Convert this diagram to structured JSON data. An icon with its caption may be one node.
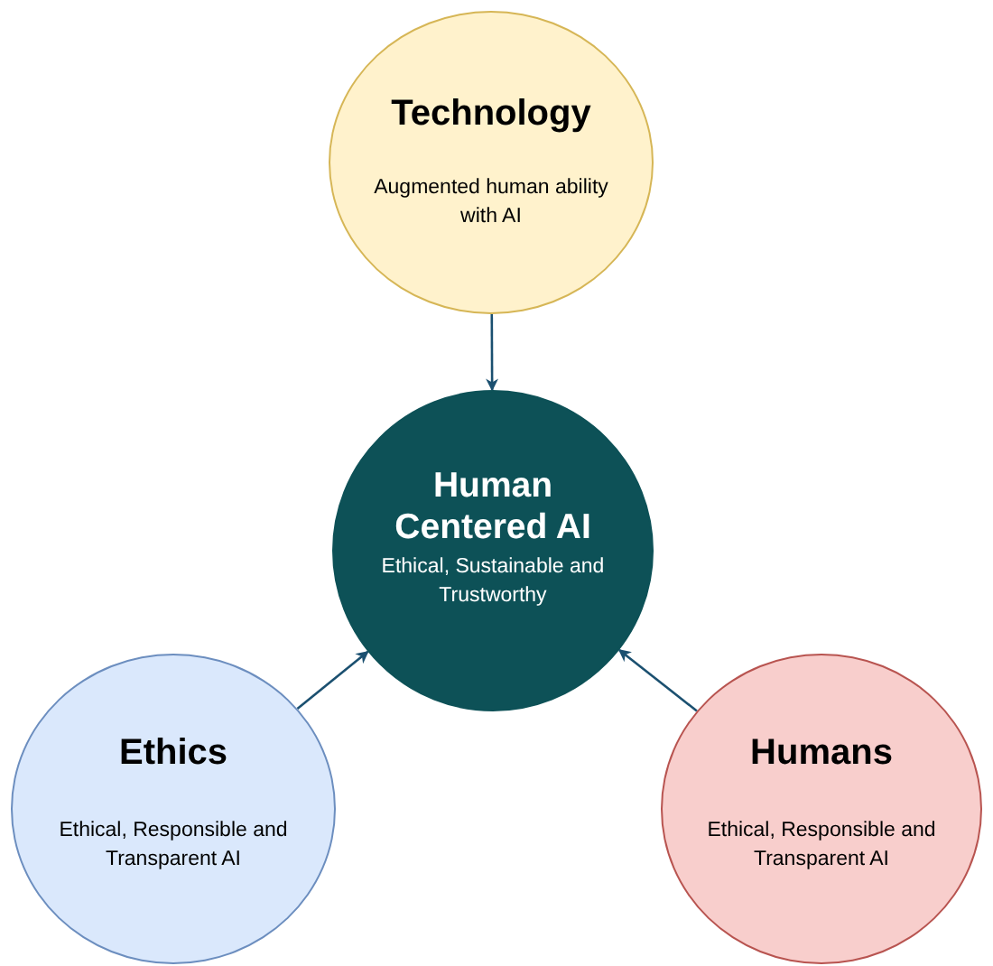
{
  "diagram": {
    "nodes": [
      {
        "text": [
          "Technology",
          "Augmented human ability with AI"
        ]
      },
      {
        "text": [
          "Human Centered AI",
          "Ethical, Sustainable and Trustworthy"
        ]
      },
      {
        "text": [
          "Ethics",
          "Ethical, Responsible and Transparent AI"
        ]
      },
      {
        "text": [
          "Humans",
          "Ethical, Responsible and Transparent AI"
        ]
      }
    ],
    "edges": [
      {
        "from": 0,
        "to": 1,
        "arrow": "to"
      },
      {
        "from": 2,
        "to": 1,
        "arrow": "to"
      },
      {
        "from": 3,
        "to": 1,
        "arrow": "to"
      }
    ]
  }
}
